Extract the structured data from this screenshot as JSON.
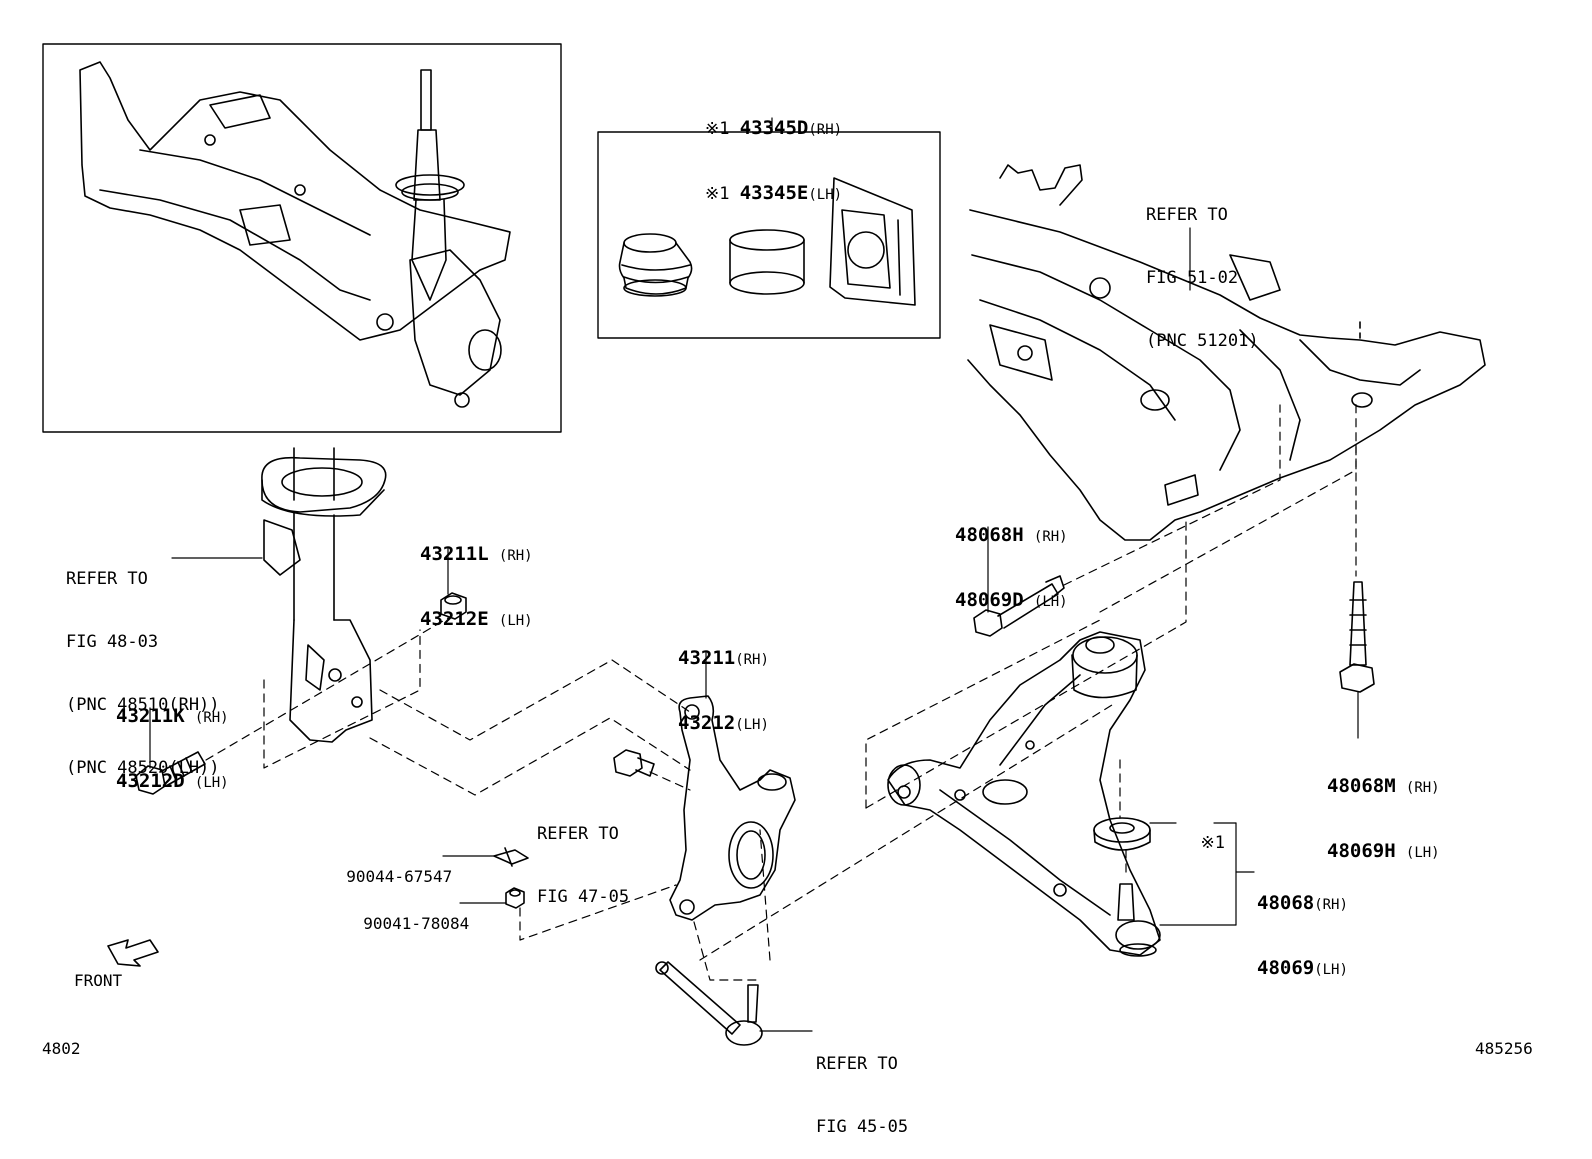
{
  "diagram_id": "485256",
  "figure_number": "4802",
  "front_label": "FRONT",
  "callouts": {
    "boot_kit": {
      "mark": "※1",
      "line1_part": "43345D",
      "line1_side": "(RH)",
      "line2_part": "43345E",
      "line2_side": "(LH)"
    },
    "crossmember_ref": {
      "line1": "REFER TO",
      "line2": "FIG 51-02",
      "line3": "(PNC 51201)"
    },
    "strut_ref": {
      "line1": "REFER TO",
      "line2": "FIG 48-03",
      "line3": "(PNC 48510(RH))",
      "line4": "(PNC 48520(LH))"
    },
    "nut_43211L": {
      "line1_part": "43211L",
      "line1_side": "(RH)",
      "line2_part": "43212E",
      "line2_side": "(LH)"
    },
    "bolt_43211K": {
      "line1_part": "43211K",
      "line1_side": "(RH)",
      "line2_part": "43212D",
      "line2_side": "(LH)"
    },
    "knuckle": {
      "line1_part": "43211",
      "line1_side": "(RH)",
      "line2_part": "43212",
      "line2_side": "(LH)"
    },
    "hub_bolt_ref": {
      "line1": "REFER TO",
      "line2": "FIG 47-05"
    },
    "clip": {
      "part": "90044-67547"
    },
    "nut_small": {
      "part": "90041-78084"
    },
    "bolt_48068H": {
      "line1_part": "48068H",
      "line1_side": "(RH)",
      "line2_part": "48069D",
      "line2_side": "(LH)"
    },
    "bolt_48068M": {
      "line1_part": "48068M",
      "line1_side": "(RH)",
      "line2_part": "48069H",
      "line2_side": "(LH)"
    },
    "arm": {
      "mark": "※1",
      "line1_part": "48068",
      "line1_side": "(RH)",
      "line2_part": "48069",
      "line2_side": "(LH)"
    },
    "tie_rod_ref": {
      "line1": "REFER TO",
      "line2": "FIG 45-05"
    }
  }
}
